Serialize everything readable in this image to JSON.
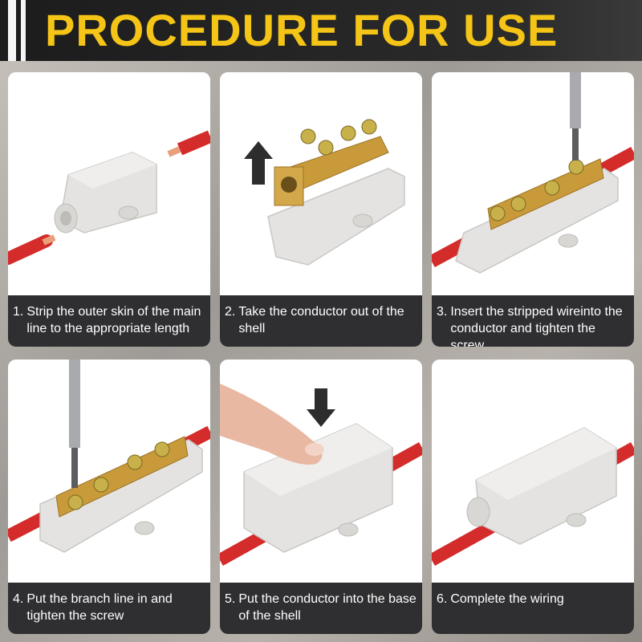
{
  "header": {
    "title": "PROCEDURE FOR USE"
  },
  "colors": {
    "title_yellow": "#f4c416",
    "caption_bg": "#2f2f31",
    "wire_red": "#d42b2b",
    "brass": "#c99a3a",
    "shell_gray": "#e4e3e1"
  },
  "steps": [
    {
      "number": "1.",
      "text": "Strip the outer skin of the main line to the appropriate length"
    },
    {
      "number": "2.",
      "text": "Take the conductor out of the shell"
    },
    {
      "number": "3.",
      "text": "Insert the stripped wireinto the conductor and tighten the screw"
    },
    {
      "number": "4.",
      "text": "Put the branch line in and tighten the screw"
    },
    {
      "number": "5.",
      "text": "Put the conductor into the base of the shell"
    },
    {
      "number": "6.",
      "text": "Complete the wiring"
    }
  ]
}
